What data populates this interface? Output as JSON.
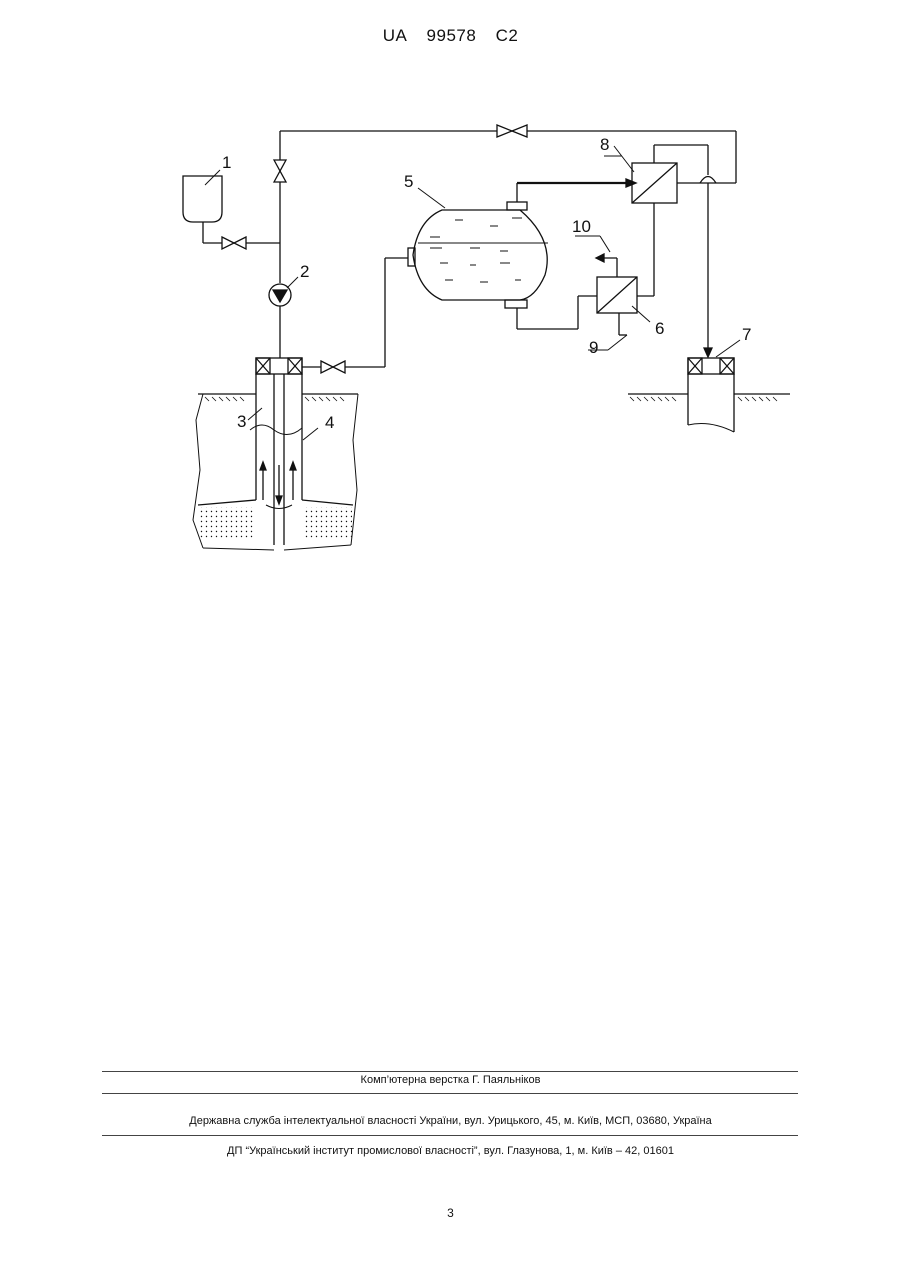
{
  "header": {
    "country_code": "UA",
    "patent_number": "99578",
    "kind_code": "C2"
  },
  "figure": {
    "labels": [
      "1",
      "2",
      "3",
      "4",
      "5",
      "6",
      "7",
      "8",
      "9",
      "10"
    ]
  },
  "footer": {
    "layout_credit": "Комп’ютерна верстка Г. Паяльніков",
    "office_address": "Державна служба інтелектуальної власності України, вул. Урицького, 45, м. Київ, МСП, 03680, Україна",
    "institute_address": "ДП “Український інститут промислової власності”, вул. Глазунова, 1, м. Київ – 42, 01601"
  },
  "page_number": "3"
}
